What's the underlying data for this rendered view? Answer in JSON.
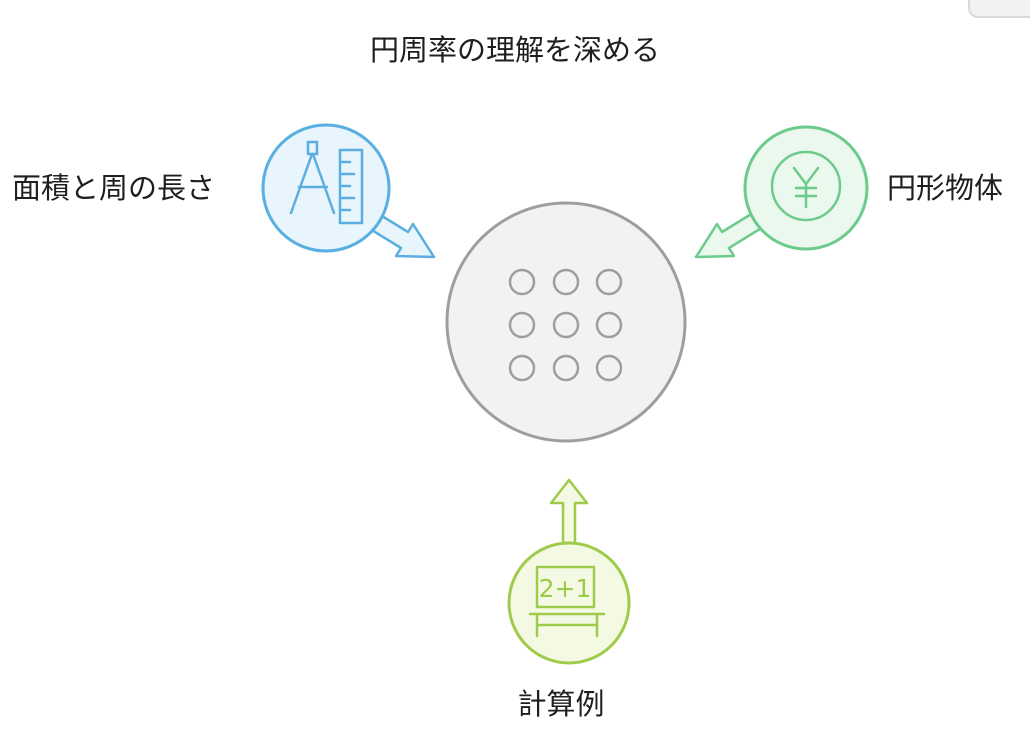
{
  "title": "円周率の理解を深める",
  "center": {
    "icon": "dot-grid-icon"
  },
  "nodes": {
    "area": {
      "label": "面積と周の長さ",
      "icon": "compass-ruler-icon",
      "color": "#5aaee0",
      "fill": "#e9f5fc"
    },
    "objects": {
      "label": "円形物体",
      "icon": "yen-coin-icon",
      "color": "#6ccb8a",
      "fill": "#eaf8ee"
    },
    "calc": {
      "label": "計算例",
      "icon": "chalkboard-icon",
      "board_text": "2+1",
      "color": "#9fcb4b",
      "fill": "#f3f9e3"
    }
  }
}
